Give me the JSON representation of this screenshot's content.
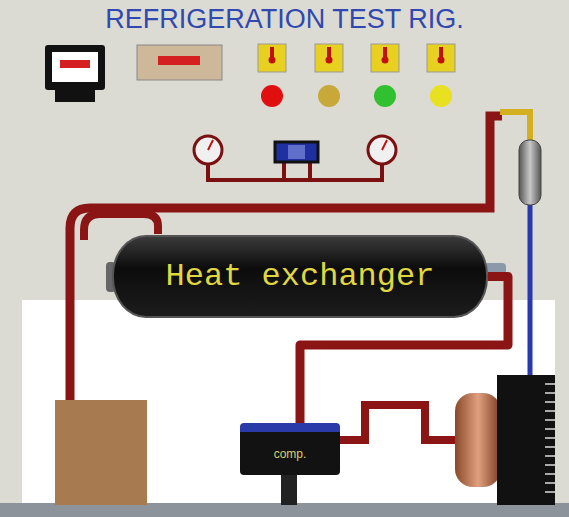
{
  "diagram": {
    "title": "REFRIGERATION TEST RIG.",
    "nodes": [
      {
        "text": [
          "Heat exchanger"
        ]
      },
      {
        "text": [
          "comp."
        ]
      }
    ],
    "edges": [
      {
        "from": 1,
        "to": 0,
        "arrow": "none"
      }
    ]
  }
}
